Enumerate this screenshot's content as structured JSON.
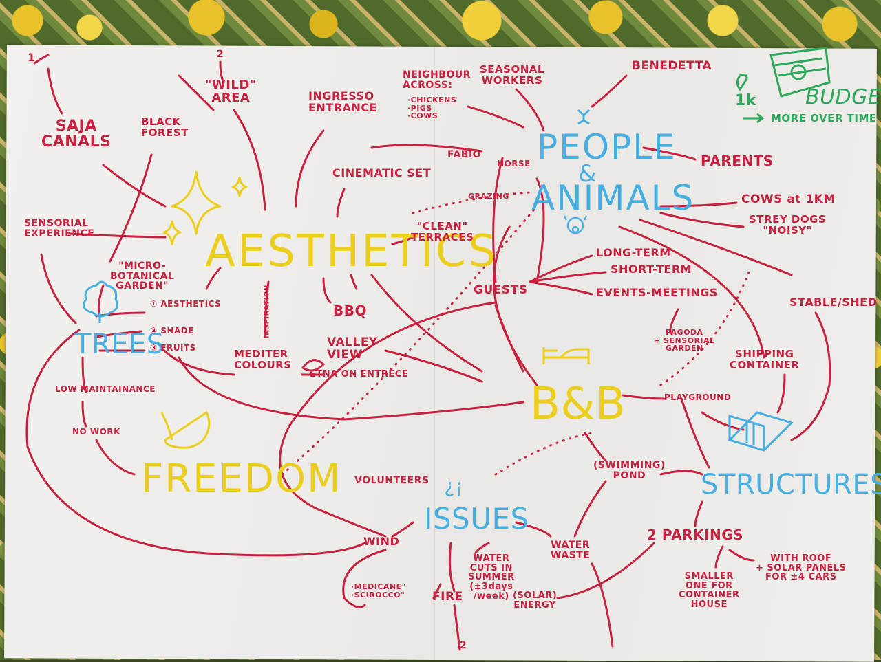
{
  "colors": {
    "red": "#c8203f",
    "yellow": "#eccf1e",
    "blue": "#46aee0",
    "green": "#2ea85a"
  },
  "hubs": {
    "aesthetics": "AESTHETICS",
    "people": "PEOPLE",
    "amp": "&",
    "animals": "ANIMALS",
    "trees": "TREES",
    "freedom": "FREEDOM",
    "bnb": "B&B",
    "issues": "ISSUES",
    "issues_mark": "!?",
    "structures": "STRUCTURES",
    "budget": "BUDGET"
  },
  "budget": {
    "amount": "1k",
    "note": "MORE OVER TIME"
  },
  "aesthetics_nodes": {
    "saja_canals": "SAJA\nCANALS",
    "black_forest": "BLACK\nFOREST",
    "wild_area": "\"WILD\"\nAREA",
    "ingresso": "INGRESSO\nENTRANCE",
    "cinematic_set": "CINEMATIC SET",
    "clean_terraces": "\"CLEAN\"\nTERRACES",
    "sensorial_experience": "SENSORIAL\nEXPERIENCE",
    "micro_botanical": "\"MICRO-\nBOTANICAL\nGARDEN\"",
    "inspiration": "INSPIRATION",
    "bbq": "BBQ",
    "valley_view": "VALLEY\nVIEW",
    "etna": "ETNA ON ENTRECE",
    "mediter_colours": "MEDITER\nCOLOURS"
  },
  "people_nodes": {
    "neighbour": "NEIGHBOUR\nACROSS:",
    "neighbour_list": "·CHICKENS\n·PIGS\n·COWS",
    "seasonal_workers": "SEASONAL\nWORKERS",
    "benedetta": "BENEDETTA",
    "fabio": "FABIO",
    "horse": "HORSE",
    "grazing": "GRAZING",
    "parents": "PARENTS",
    "cows": "COWS at 1KM",
    "strey_dogs": "STREY DOGS\n\"NOISY\"",
    "guests": "GUESTS",
    "long_term": "LONG-TERM",
    "short_term": "SHORT-TERM",
    "events": "EVENTS-MEETINGS",
    "stable": "STABLE/SHED"
  },
  "trees_nodes": {
    "aesthetics": "① AESTHETICS",
    "shade": "② SHADE",
    "fruits": "③ FRUITS",
    "low_maintenance": "LOW MAINTAINANCE",
    "no_work": "NO WORK"
  },
  "bnb_nodes": {
    "pagoda": "PAGODA\n+ SENSORIAL\nGARDEN",
    "shipping_container": "SHIPPING\nCONTAINER",
    "playground": "PLAYGROUND",
    "swimming_pond": "(SWIMMING)\nPOND",
    "volunteers": "VOLUNTEERS"
  },
  "issues_nodes": {
    "wind": "WIND",
    "wind_types": "·MEDICANE\"\n·SCIROCCO\"",
    "fire": "FIRE",
    "water_cuts": "WATER\nCUTS IN\nSUMMER\n(±3days\n/week)",
    "solar_energy": "(SOLAR)\nENERGY",
    "water_waste": "WATER\nWASTE"
  },
  "structure_nodes": {
    "parkings": "2 PARKINGS",
    "with_roof": "WITH ROOF\n+ SOLAR PANELS\nFOR ±4 CARS",
    "smaller_one": "SMALLER\nONE FOR\nCONTAINER\nHOUSE"
  },
  "margin_marks": {
    "top_left": "1",
    "top_mid": "2",
    "bottom": "2"
  }
}
